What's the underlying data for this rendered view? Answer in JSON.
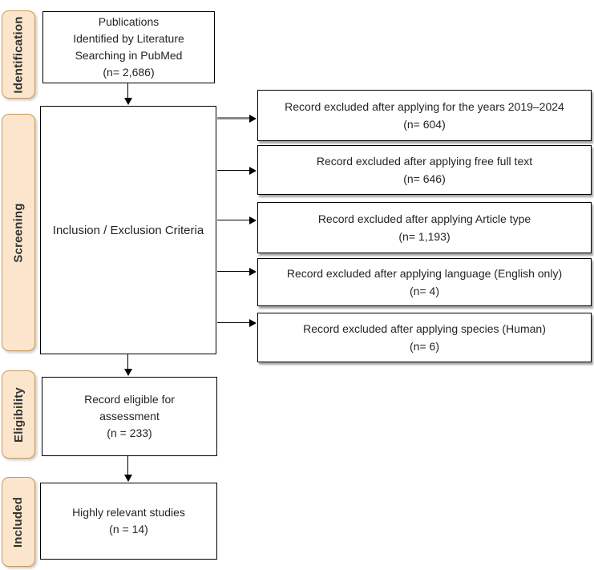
{
  "colors": {
    "stage_fill": "#fbe6cd",
    "stage_border": "#c99b5f",
    "node_border": "#000000",
    "node_fill": "#ffffff",
    "arrow": "#000000",
    "gray_arrow_shaft": "#868686",
    "background": "#ffffff"
  },
  "stages": [
    {
      "label": "Identification"
    },
    {
      "label": "Screening"
    },
    {
      "label": "Eligibility"
    },
    {
      "label": "Included"
    }
  ],
  "flow": {
    "publications": {
      "line1": "Publications",
      "line2": "Identified by Literature",
      "line3": "Searching in PubMed",
      "line4": "(n= 2,686)"
    },
    "criteria": {
      "label": "Inclusion / Exclusion Criteria"
    },
    "excluded": [
      {
        "line1": "Record excluded after applying for the years 2019–2024",
        "line2": "(n= 604)"
      },
      {
        "line1": "Record excluded after applying free full text",
        "line2": "(n= 646)"
      },
      {
        "line1": "Record excluded after applying Article type",
        "line2": "(n= 1,193)"
      },
      {
        "line1": "Record excluded after applying language (English only)",
        "line2": "(n= 4)"
      },
      {
        "line1": "Record excluded after applying species (Human)",
        "line2": "(n= 6)"
      }
    ],
    "eligible": {
      "line1": "Record eligible for",
      "line2": "assessment",
      "line3": "(n = 233)"
    },
    "included_studies": {
      "line1": "Highly relevant studies",
      "line2": "(n = 14)"
    }
  }
}
